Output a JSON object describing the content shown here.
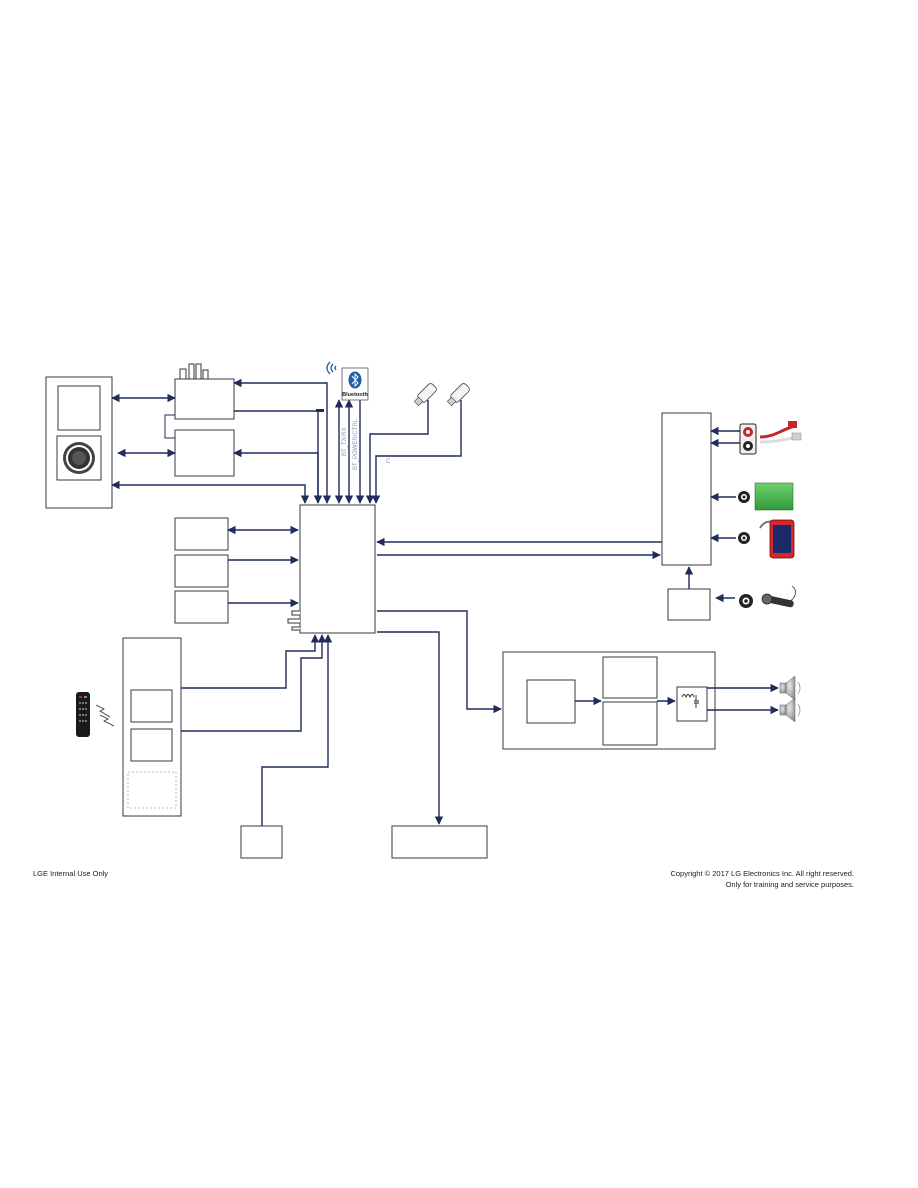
{
  "footer": {
    "left": "LGE Internal Use Only",
    "right_line1": "Copyright © 2017 LG Electronics Inc. All right reserved.",
    "right_line2": "Only for training and service purposes."
  },
  "bluetooth": {
    "label": "Bluetooth"
  },
  "signals": {
    "label_a": "BT_TX/RX",
    "label_b": "BT_POWER/CTRL",
    "mark": "C"
  },
  "colors": {
    "line": "#1f2c5c",
    "box_stroke": "#3a3a3a",
    "bt_blue": "#1e5ea8",
    "aux_green": "#3aa83a",
    "rca_red": "#c0282d",
    "phone_red": "#d9262a"
  },
  "icons": [
    "wifi-icon",
    "bluetooth-icon",
    "usb-stick-icon",
    "rca-jack-icon",
    "rca-cable-icon",
    "optical-jack-icon",
    "green-device-icon",
    "phone-icon",
    "mic-jack-icon",
    "microphone-icon",
    "remote-icon",
    "lightning-icon",
    "speaker-icon",
    "coil-icon",
    "disc-icon"
  ]
}
